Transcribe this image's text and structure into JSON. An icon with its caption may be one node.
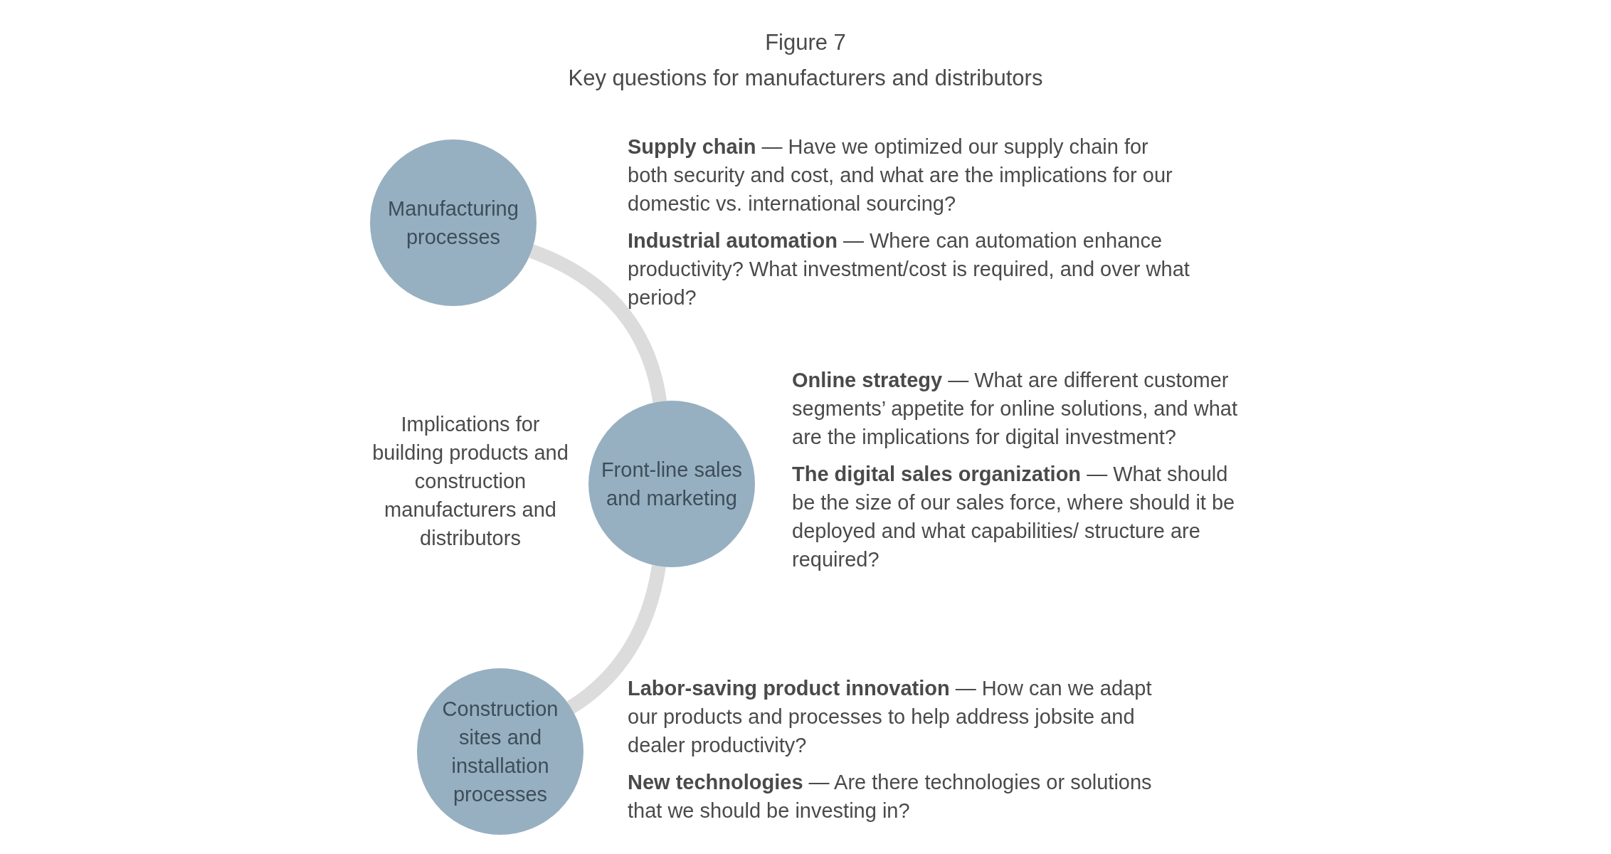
{
  "diagram": {
    "title": "Figure 7",
    "caption": "Key questions for manufacturers and distributors",
    "nodes": [
      {
        "text": [
          "Manufacturing processes"
        ],
        "beside": [
          "**Supply chain** — Have we optimized our supply chain for both security and cost, and what are the implications for our domestic vs. international sourcing?",
          "**Industrial automation** — Where can automation enhance productivity? What investment/cost is required, and over what period?"
        ]
      },
      {
        "text": [
          "Front-line sales and marketing"
        ],
        "beside": [
          "**Online strategy** — What are different customer segments’ appetite for online solutions, and what are the implications for digital investment?",
          "**The digital sales organization** — What should be the size of our sales force, where should it be deployed and what capabilities/ structure are required?"
        ]
      },
      {
        "text": [
          "Construction sites and installation processes"
        ],
        "beside": [
          "**Labor-saving product innovation** — How can we adapt our products and processes to help address jobsite and dealer productivity?",
          "**New technologies** — Are there technologies or solutions that we should be investing in?"
        ]
      }
    ],
    "edges": [
      {
        "from": 0,
        "to": 1,
        "arrow": "none"
      },
      {
        "from": 1,
        "to": 2,
        "arrow": "none"
      }
    ],
    "labels": [
      "Implications for building products and construction manufacturers and distributors"
    ]
  }
}
